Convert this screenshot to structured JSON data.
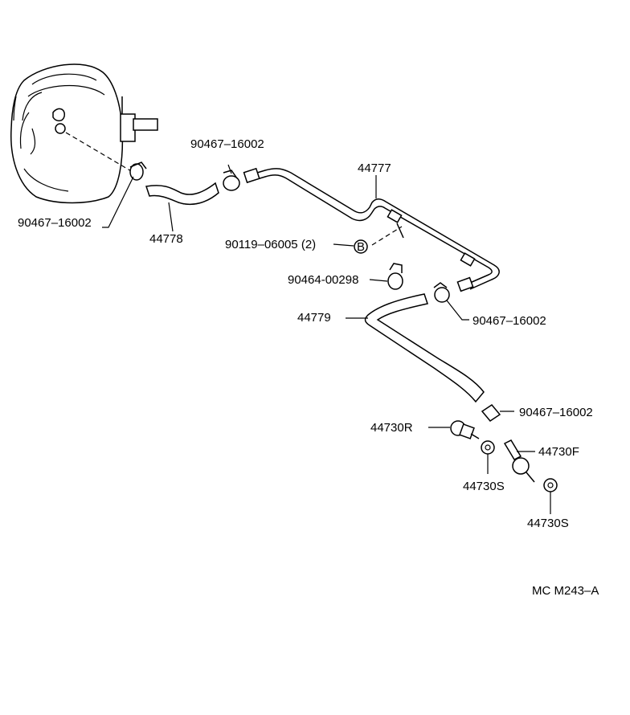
{
  "parts": {
    "clamp_booster": "90467–16002",
    "hose_44778": "44778",
    "clamp_top": "90467–16002",
    "pipe_44777": "44777",
    "clip_screw": "90119–06005 (2)",
    "clip_marker": "B",
    "clamp_90464": "90464-00298",
    "hose_44779": "44779",
    "clamp_mid": "90467–16002",
    "clamp_lower": "90467–16002",
    "check_valve_r": "44730R",
    "check_valve_f": "44730F",
    "gasket_left": "44730S",
    "gasket_right": "44730S"
  },
  "diagram_code": "MC M243–A"
}
